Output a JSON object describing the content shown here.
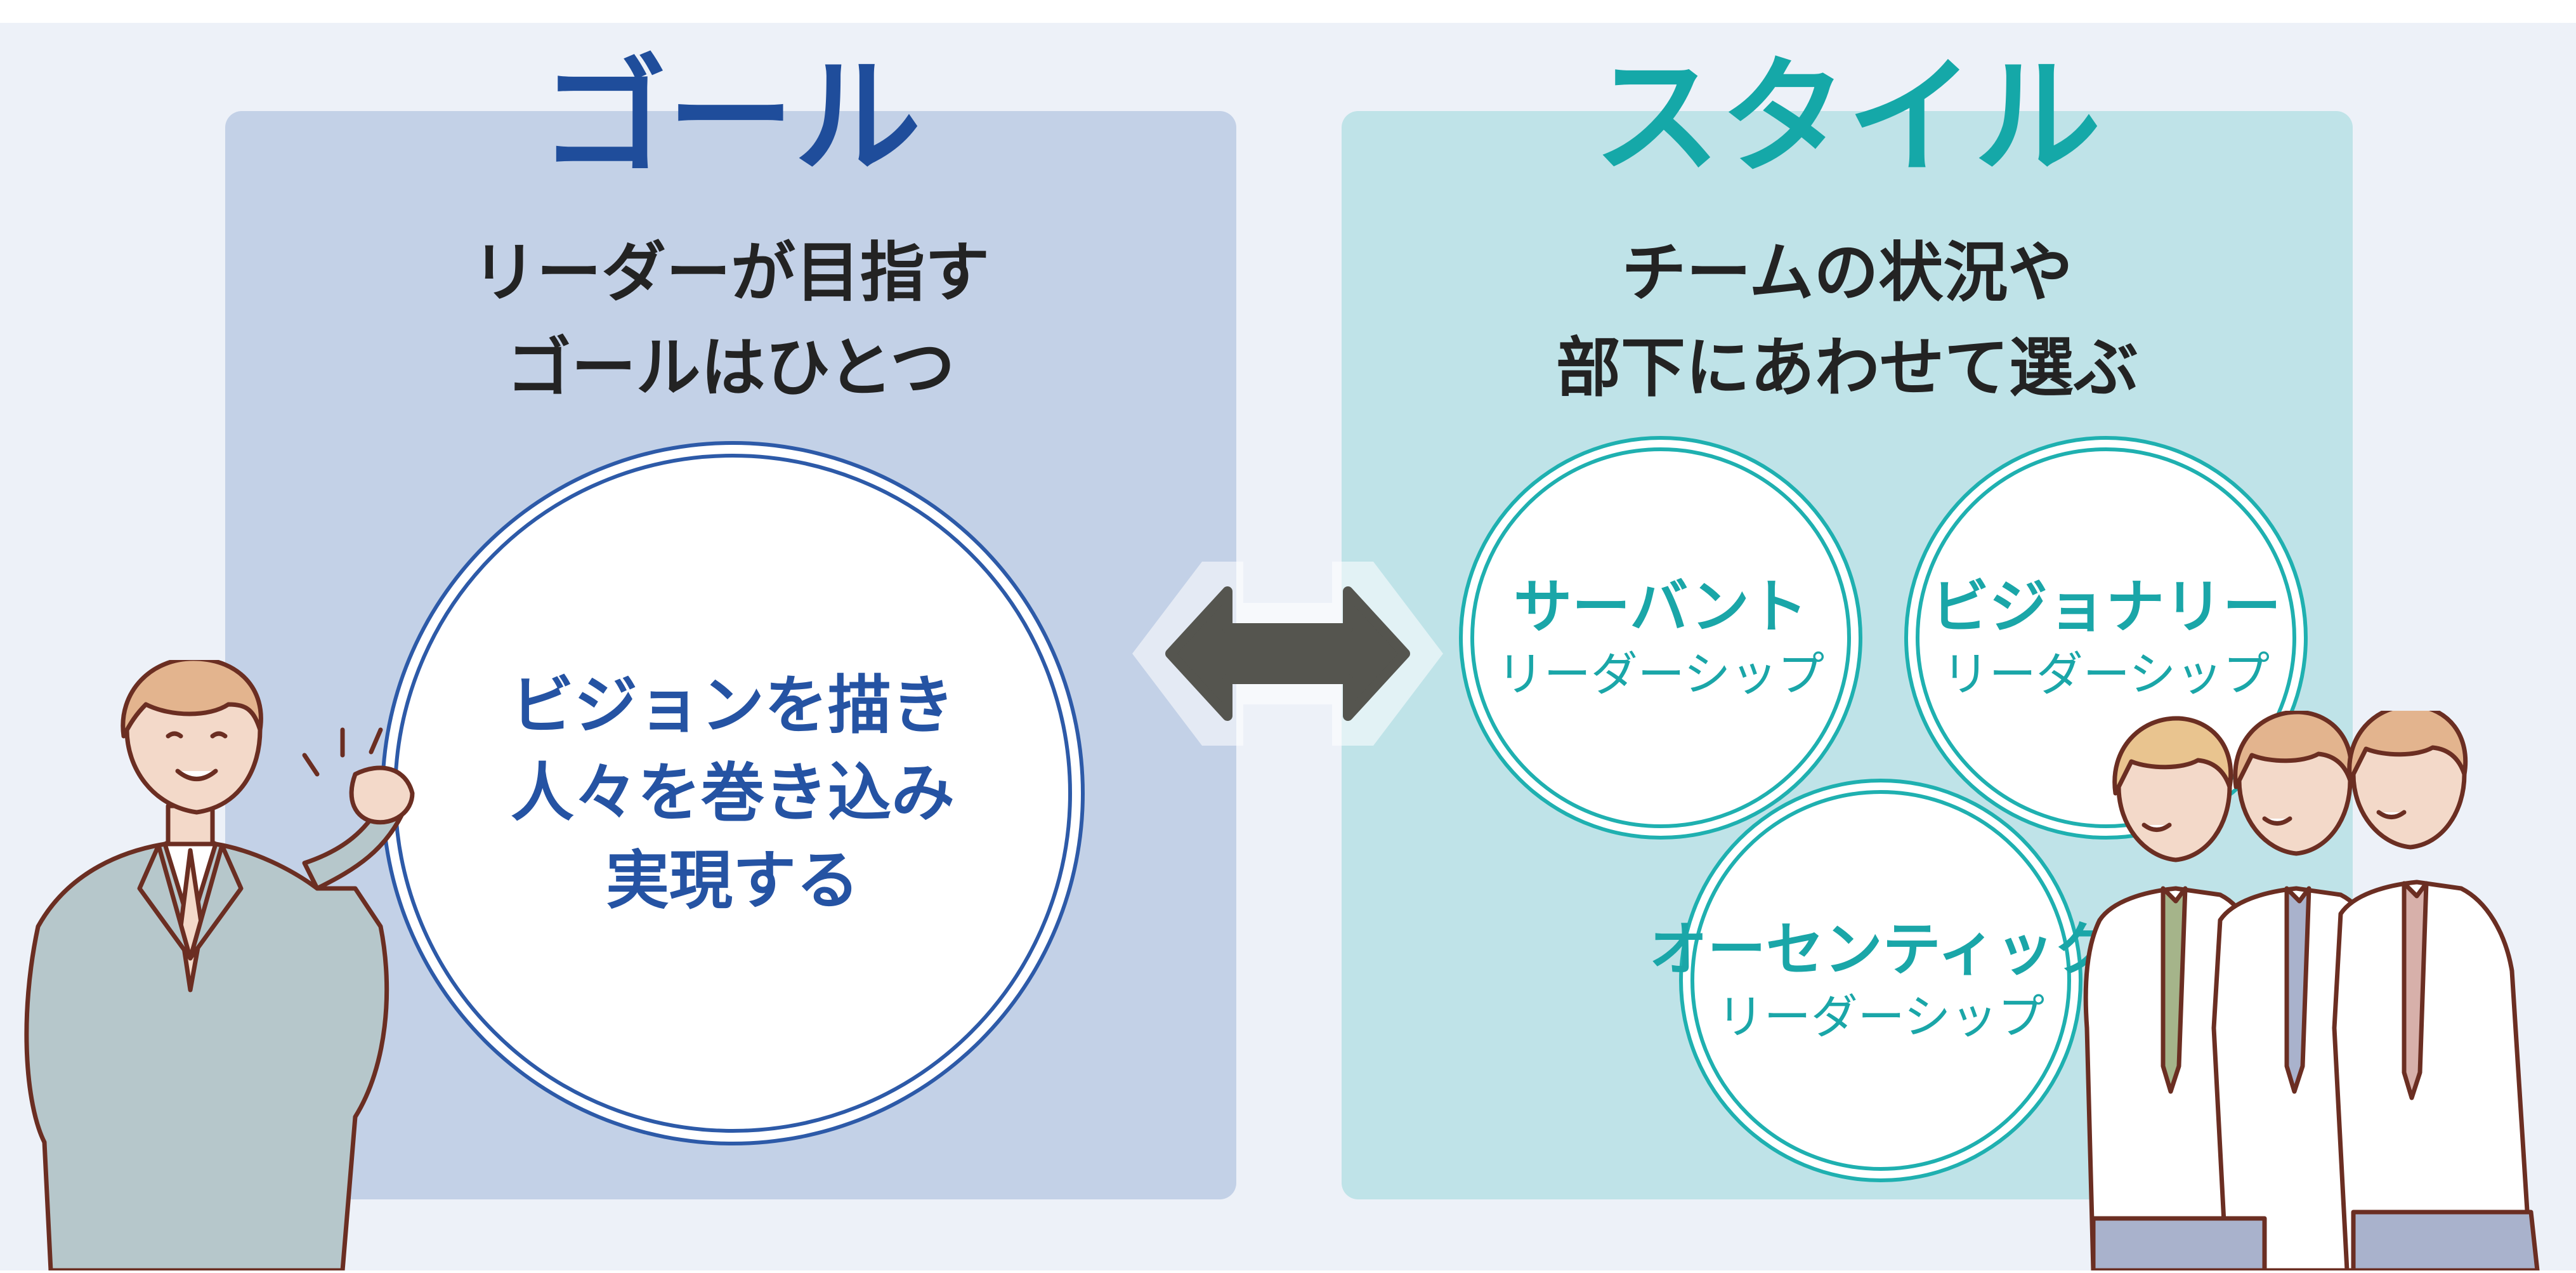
{
  "goal": {
    "heading": "ゴール",
    "subtitle_lines": [
      "リーダーが目指す",
      "ゴールはひとつ"
    ],
    "circle_lines": [
      "ビジョンを描き",
      "人々を巻き込み",
      "実現する"
    ]
  },
  "style": {
    "heading": "スタイル",
    "subtitle_lines": [
      "チームの状況や",
      "部下にあわせて選ぶ"
    ],
    "styles": [
      {
        "name": "サーバント",
        "label": "リーダーシップ"
      },
      {
        "name": "ビジョナリー",
        "label": "リーダーシップ"
      },
      {
        "name": "オーセンティック",
        "label": "リーダーシップ"
      }
    ]
  },
  "colors": {
    "goal_accent": "#1f4d9b",
    "style_accent": "#15a8a8",
    "goal_panel": "#c3d1e7",
    "style_panel": "#bfe3e8",
    "arrow": "#55554f"
  },
  "icons": [
    "double-arrow-icon",
    "leader-illustration",
    "team-illustration"
  ]
}
